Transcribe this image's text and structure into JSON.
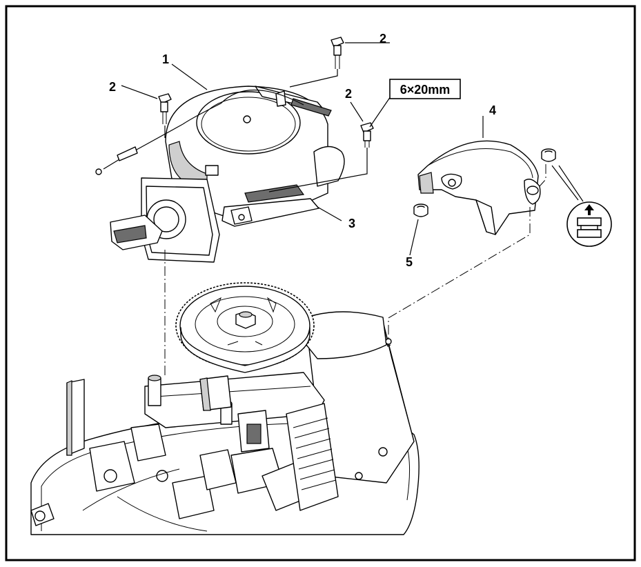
{
  "diagram": {
    "callouts": [
      {
        "id": "c1",
        "label": "1"
      },
      {
        "id": "c2a",
        "label": "2"
      },
      {
        "id": "c2b",
        "label": "2"
      },
      {
        "id": "c2c",
        "label": "2"
      },
      {
        "id": "c3",
        "label": "3"
      },
      {
        "id": "c4",
        "label": "4"
      },
      {
        "id": "c5",
        "label": "5"
      }
    ],
    "bolt_spec": "6×20mm",
    "install_direction_icon": "arrow-up-icon"
  }
}
